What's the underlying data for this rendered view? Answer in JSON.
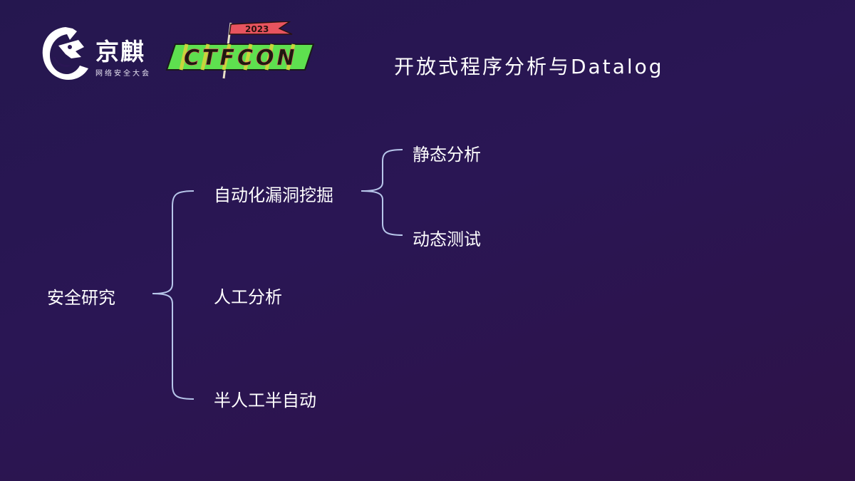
{
  "logo": {
    "brand_name": "京麒",
    "brand_sub": "网络安全大会",
    "flag_year": "2023",
    "banner_text": "CTFCON"
  },
  "slide": {
    "title": "开放式程序分析与Datalog"
  },
  "tree": {
    "root": "安全研究",
    "level1": [
      "自动化漏洞挖掘",
      "人工分析",
      "半人工半自动"
    ],
    "level2": [
      "静态分析",
      "动态测试"
    ]
  },
  "colors": {
    "bracket": "#b7c6ea",
    "banner_green": "#5ee04f",
    "banner_stripe": "#c9d43c",
    "flag_red": "#e8545f"
  }
}
